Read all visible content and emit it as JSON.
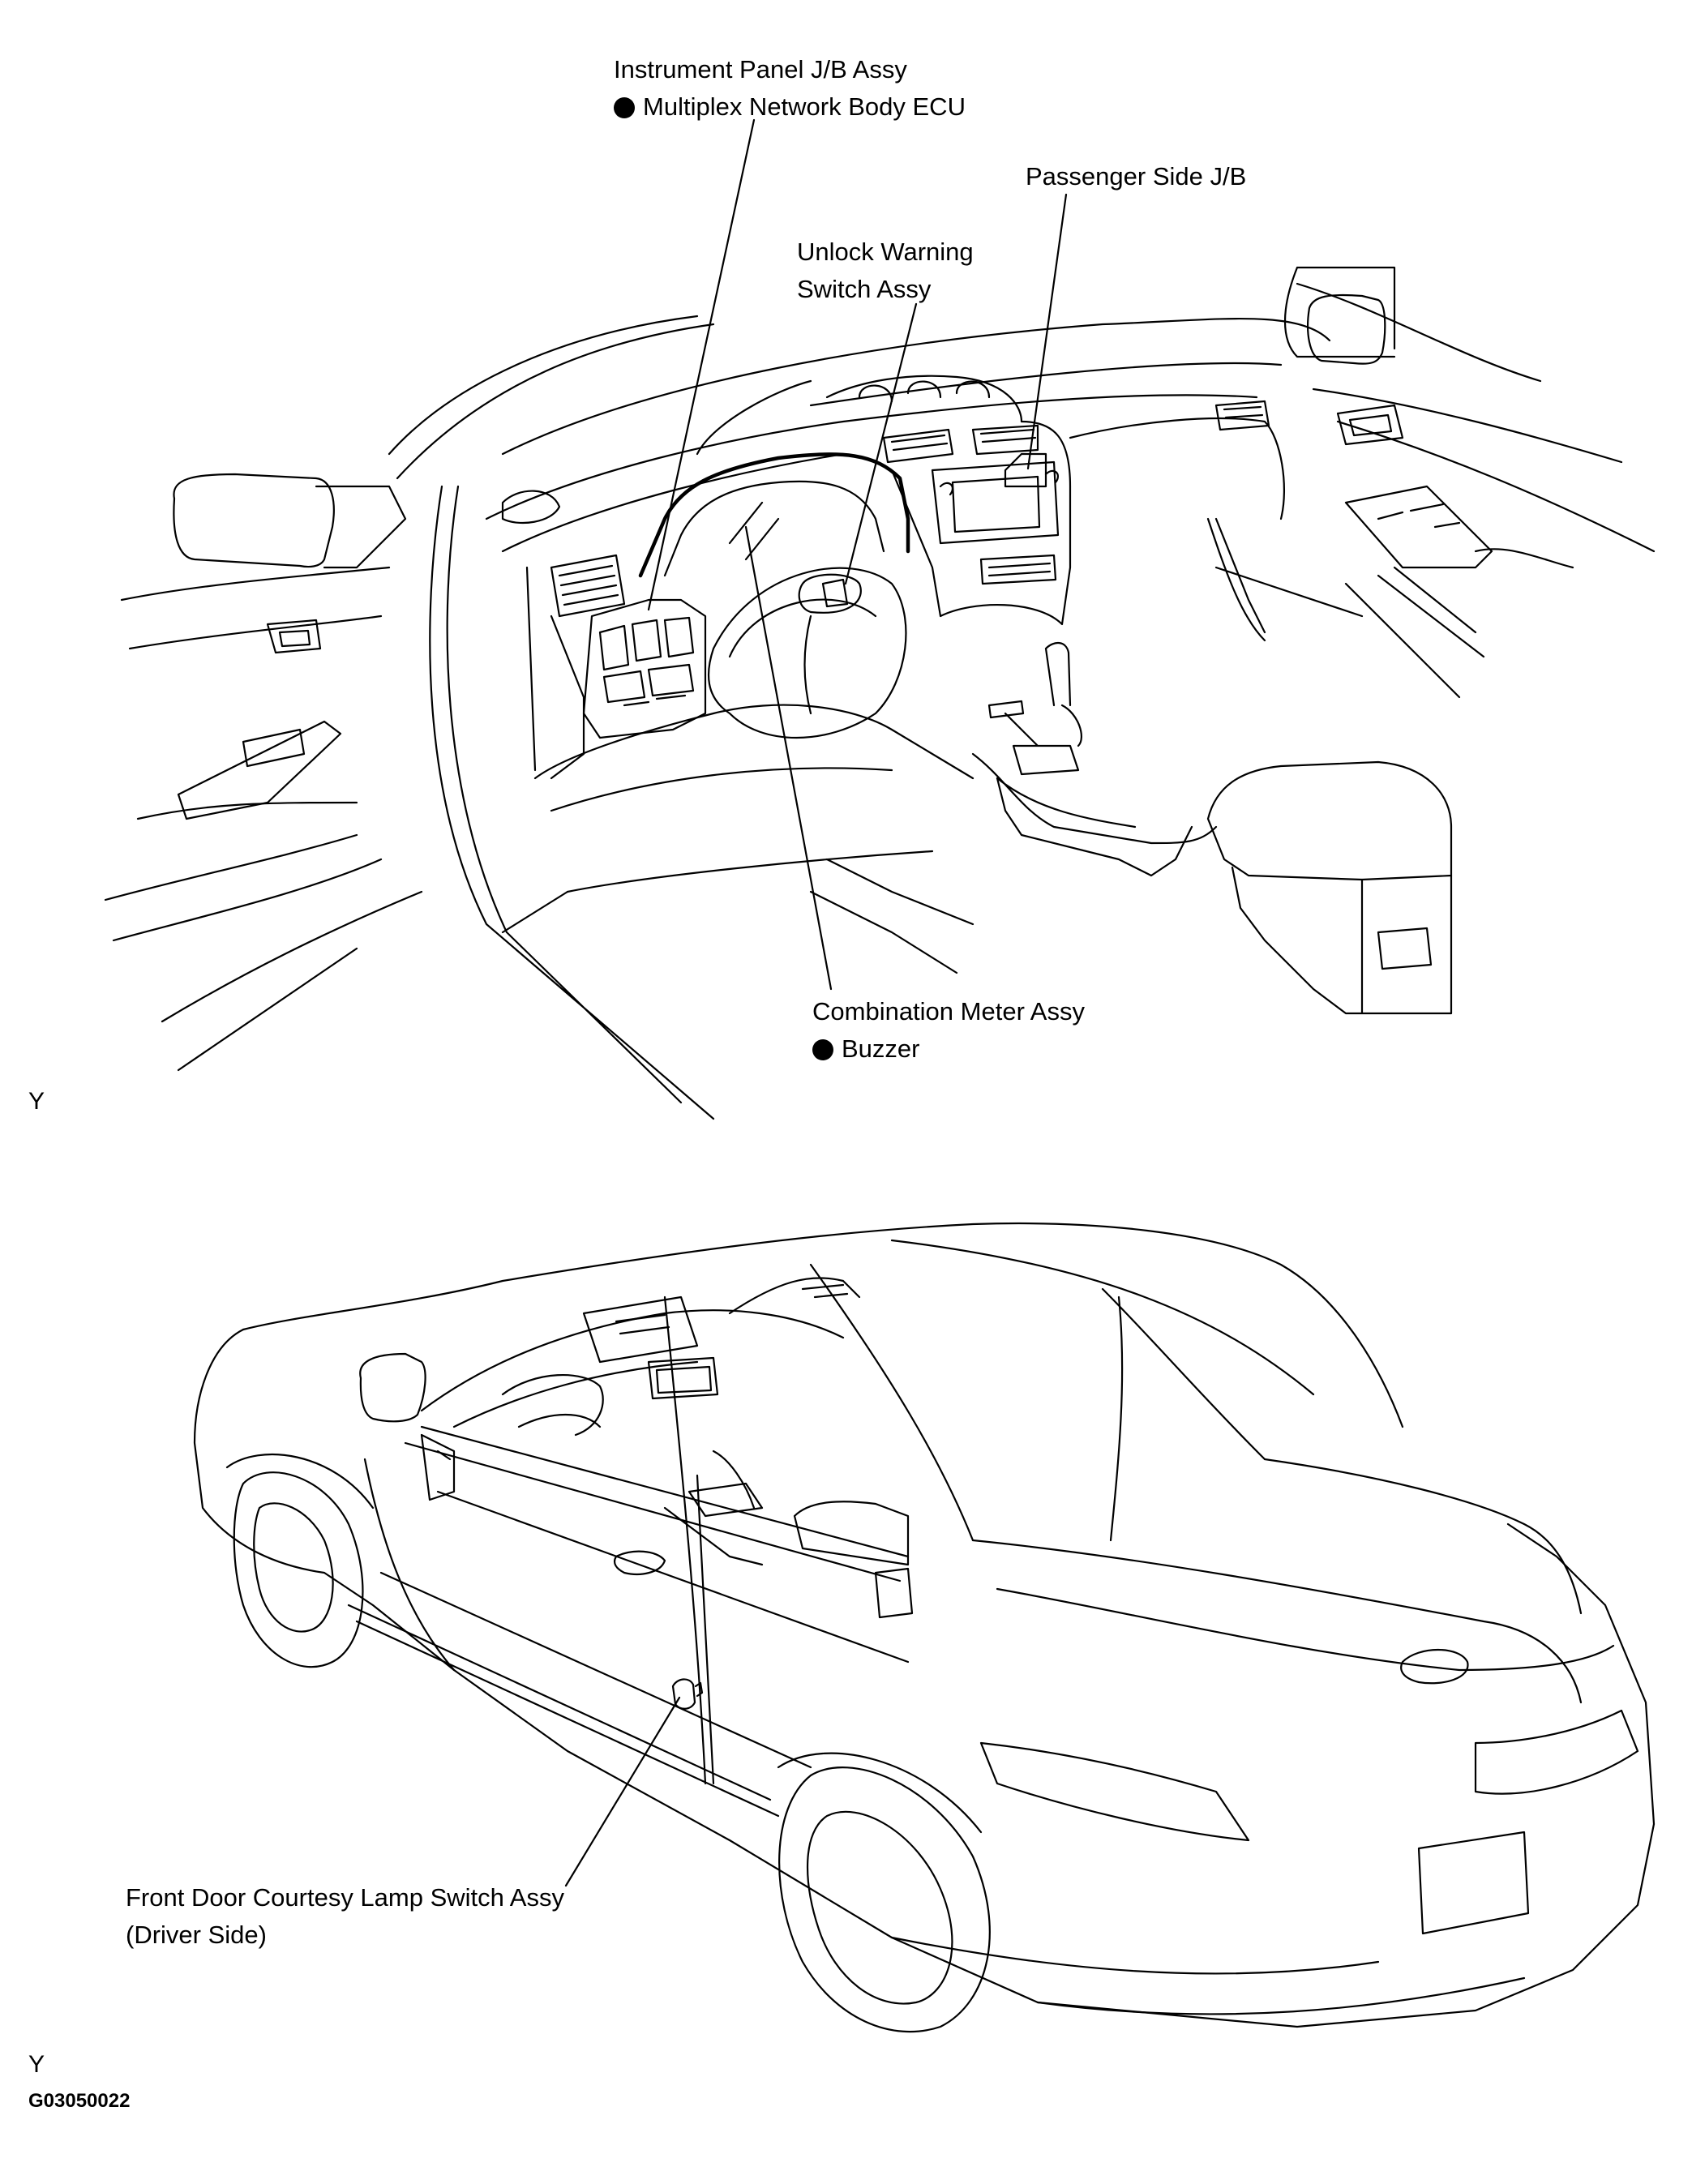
{
  "labels": {
    "instrument_panel": {
      "line1": "Instrument Panel J/B Assy",
      "line2": "Multiplex Network Body ECU"
    },
    "passenger_jb": "Passenger Side J/B",
    "unlock_warning": {
      "line1": "Unlock Warning",
      "line2": "Switch Assy"
    },
    "combination_meter": {
      "line1": "Combination Meter Assy",
      "line2": "Buzzer"
    },
    "courtesy_lamp": {
      "line1": "Front Door Courtesy Lamp Switch Assy",
      "line2": "(Driver Side)"
    }
  },
  "markers": {
    "top": "Y",
    "bottom": "Y"
  },
  "figure_id": "G03050022",
  "colors": {
    "line": "#000000",
    "background": "#ffffff"
  }
}
